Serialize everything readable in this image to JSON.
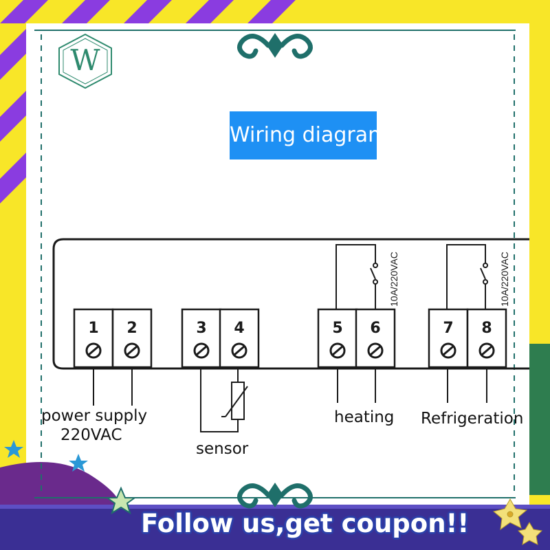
{
  "title": "Wiring diagram",
  "logo": {
    "letter": "W"
  },
  "terminals": [
    "1",
    "2",
    "3",
    "4",
    "5",
    "6",
    "7",
    "8"
  ],
  "relay_rating": "10A/220VAC",
  "labels": {
    "power_supply_line1": "power supply",
    "power_supply_line2": "220VAC",
    "sensor": "sensor",
    "heating": "heating",
    "refrigeration": "Refrigeration"
  },
  "banner": "Follow us,get coupon!!",
  "colors": {
    "title_bg": "#1e90f4",
    "border_yellow": "#f8e628",
    "border_purple": "#8a3ce0",
    "ornament_teal": "#1f6f6a",
    "banner_text": "#ffffff",
    "banner_outline": "#2b3fa8",
    "star_blue": "#2a98d6"
  }
}
